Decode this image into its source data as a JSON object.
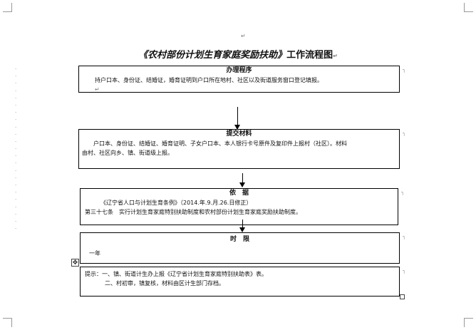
{
  "page_mark": "↵",
  "title": {
    "main": "《农村部份计划生育家庭奖励扶助》",
    "suffix": "工作流程图",
    "mark": "↵"
  },
  "boxes": {
    "procedure": {
      "heading": "办理程序",
      "line1": "持户口本、身份证、结婚证，婚育证明到户口所在地村、社区以及街道服务窗口登记填报。",
      "line2": "",
      "mark": "↵"
    },
    "materials": {
      "heading": "提交材料",
      "line1": "户口本、身份证、结婚证、婚育证明、子女户口本、本人银行卡号原件及复印件上报村（社区）。材料",
      "line2": "由村、社区向乡、镇、街道级上报。",
      "mark": "↵"
    },
    "basis": {
      "heading": "依　据",
      "line1": "《辽宁省人口与计划生育条例》（2014.年.9.月.26.日修正）",
      "line2": "第三十七条　实行计划生育家庭特别扶助制度和农村部份计划生育家庭奖励扶助制度。",
      "mark": "↵"
    },
    "time_limit": {
      "heading": "时　限",
      "line1": "一年",
      "mark": "↵"
    },
    "notes": {
      "line1": "提示：一、镇、街道计生办上报《辽宁省计划生育家庭特别扶助表》表。",
      "line2": "二、村初审，镇复核，材料由区计生部门存档。",
      "mark": "↵"
    }
  },
  "icons": {
    "move": "✥",
    "paragraph": "↵"
  }
}
